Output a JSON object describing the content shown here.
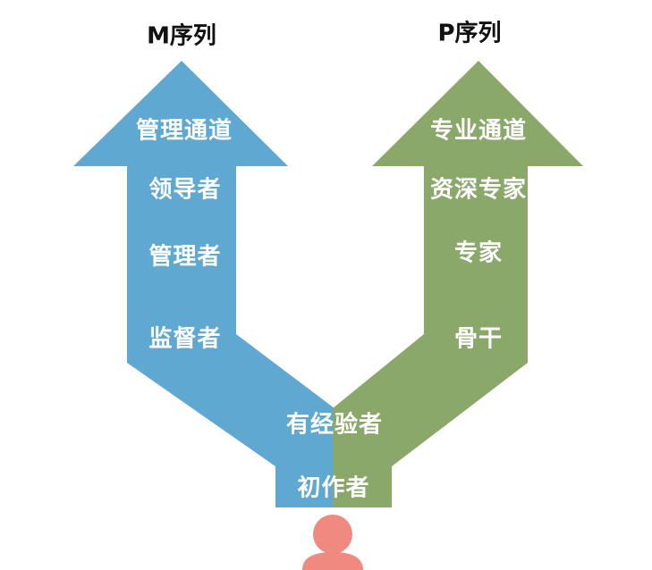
{
  "colors": {
    "m_series": "#5fa8d1",
    "p_series": "#8aa86a",
    "person": "#f08a80",
    "heading_text": "#111111",
    "label_text": "#ffffff"
  },
  "m_series": {
    "title": "M序列",
    "arrow_top_label": "管理通道",
    "levels": [
      "领导者",
      "管理者",
      "监督者"
    ]
  },
  "p_series": {
    "title": "P序列",
    "arrow_top_label": "专业通道",
    "levels": [
      "资深专家",
      "专家",
      "骨干"
    ]
  },
  "shared_levels": [
    "有经验者",
    "初作者"
  ],
  "person_icon": "person-icon"
}
